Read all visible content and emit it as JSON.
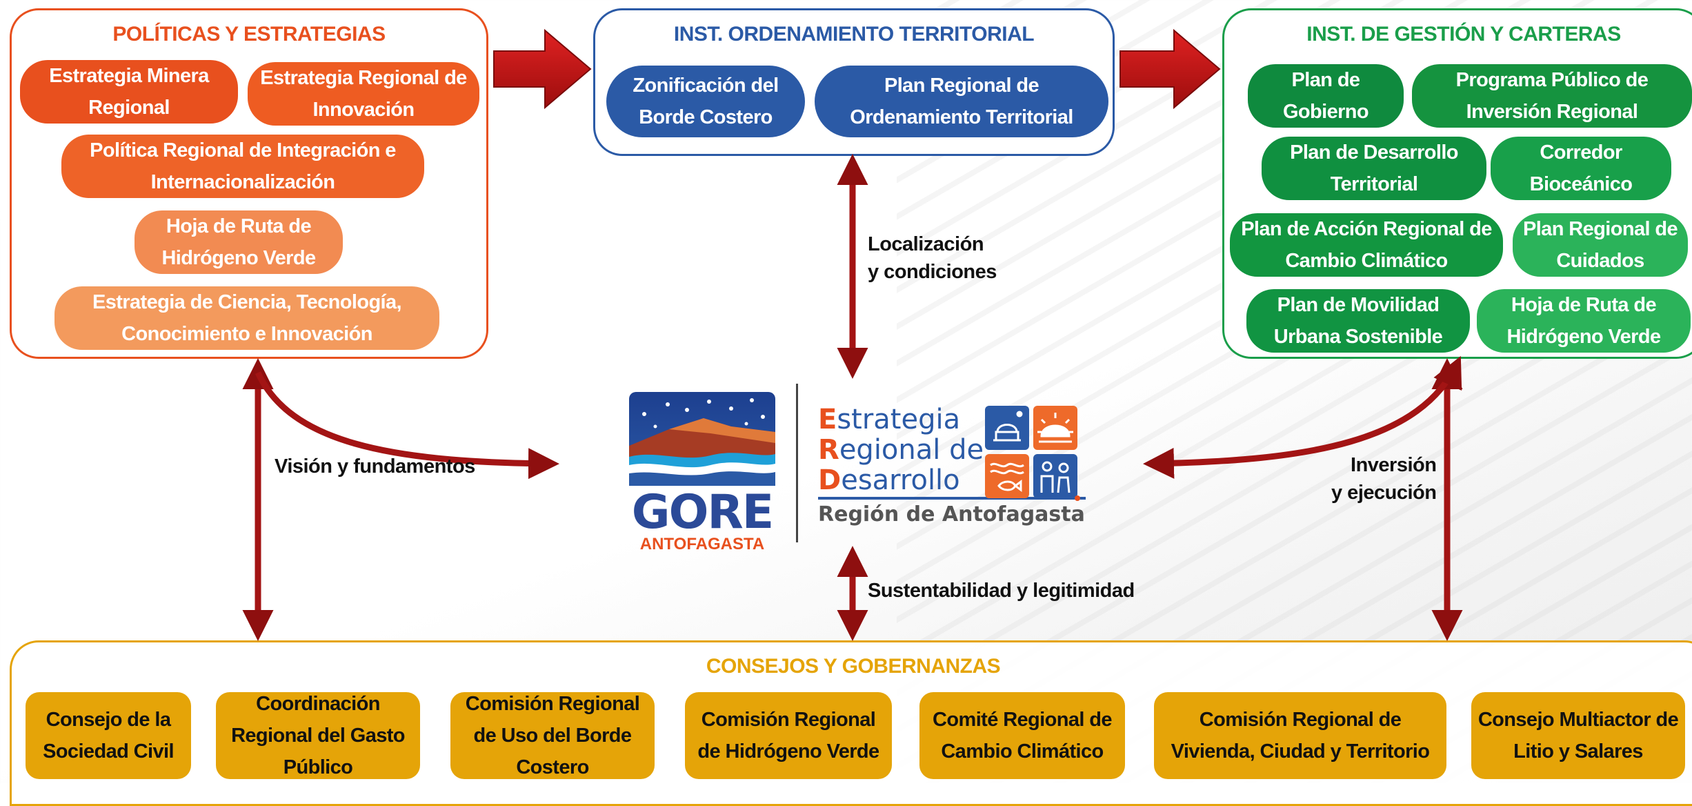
{
  "policies": {
    "title": "POLÍTICAS Y ESTRATEGIAS",
    "items": [
      "Estrategia Minera Regional",
      "Estrategia Regional de Innovación",
      "Política Regional de Integración e Internacionalización",
      "Hoja de Ruta de Hidrógeno Verde",
      "Estrategia de Ciencia, Tecnología, Conocimiento e Innovación"
    ]
  },
  "territorial": {
    "title": "INST. ORDENAMIENTO TERRITORIAL",
    "items": [
      "Zonificación del Borde Costero",
      "Plan Regional de Ordenamiento Territorial"
    ]
  },
  "management": {
    "title": "INST. DE GESTIÓN Y CARTERAS",
    "items": [
      "Plan de Gobierno",
      "Programa Público de Inversión Regional",
      "Plan de Desarrollo Territorial",
      "Corredor Bioceánico",
      "Plan de Acción Regional de Cambio Climático",
      "Plan Regional de Cuidados",
      "Plan de Movilidad Urbana Sostenible",
      "Hoja de Ruta de Hidrógeno Verde"
    ]
  },
  "councils": {
    "title": "CONSEJOS Y GOBERNANZAS",
    "items": [
      "Consejo de la Sociedad Civil",
      "Coordinación Regional del Gasto Público",
      "Comisión Regional de Uso del Borde Costero",
      "Comisión Regional de Hidrógeno Verde",
      "Comité Regional de Cambio Climático",
      "Comisión Regional de Vivienda, Ciudad y Territorio",
      "Consejo Multiactor de Litio y Salares"
    ]
  },
  "relations": {
    "location": [
      "Localización",
      "y condiciones"
    ],
    "vision": "Visión y fundamentos",
    "investment": [
      "Inversión",
      "y ejecución"
    ],
    "sustainability": "Sustentabilidad y legitimidad"
  },
  "logo": {
    "gore_word": "GORE",
    "gore_region": "ANTOFAGASTA",
    "erd_lines": [
      {
        "initial": "E",
        "rest": "strategia"
      },
      {
        "initial": "R",
        "rest": "egional de"
      },
      {
        "initial": "D",
        "rest": "esarrollo"
      }
    ],
    "erd_region": "Región de Antofagasta"
  },
  "colors": {
    "orange_dark": "#e8501e",
    "orange_mid": "#ee6a2a",
    "orange_light": "#f39a5d",
    "blue": "#2b5aa6",
    "green_dark": "#0f8a3e",
    "green_mid": "#1a9e4a",
    "green_light": "#2bb35a",
    "gold": "#e5a408",
    "arrow_red": "#b01212"
  }
}
